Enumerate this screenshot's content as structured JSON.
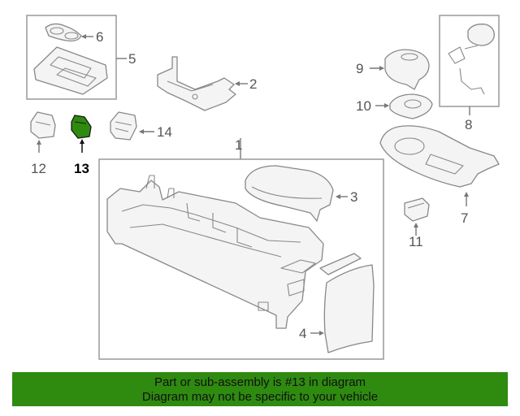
{
  "callouts": {
    "c1": "1",
    "c2": "2",
    "c3": "3",
    "c4": "4",
    "c5": "5",
    "c6": "6",
    "c7": "7",
    "c8": "8",
    "c9": "9",
    "c10": "10",
    "c11": "11",
    "c12": "12",
    "c13": "13",
    "c14": "14"
  },
  "highlighted_part": "13",
  "highlight_color": "#2f8a10",
  "banner": {
    "line1": "Part or sub-assembly is #13 in diagram",
    "line2": "Diagram may not be specific to your vehicle",
    "background": "#2f8a10"
  }
}
